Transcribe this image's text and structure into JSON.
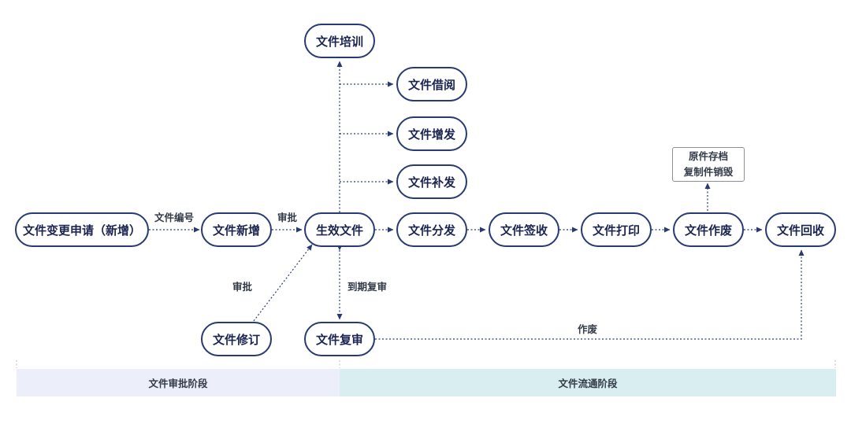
{
  "nodes": {
    "change_request": "文件变更申请（新增）",
    "file_new": "文件新增",
    "effective": "生效文件",
    "training": "文件培训",
    "borrow": "文件借阅",
    "extra_issue": "文件增发",
    "reissue": "文件补发",
    "distribute": "文件分发",
    "receive": "文件签收",
    "print": "文件打印",
    "void": "文件作废",
    "recall": "文件回收",
    "revise": "文件修订",
    "review": "文件复审"
  },
  "archive_note": {
    "line1": "原件存档",
    "line2": "复制件销毁"
  },
  "edge_labels": {
    "numbering": "文件编号",
    "approve_top": "审批",
    "approve_left": "审批",
    "expire_review": "到期复审",
    "void": "作废"
  },
  "stages": {
    "approval": "文件审批阶段",
    "circulation": "文件流通阶段"
  },
  "colors": {
    "node_border": "#283a73",
    "approval_band": "#eceff9",
    "circulation_band": "#d8eef0"
  }
}
